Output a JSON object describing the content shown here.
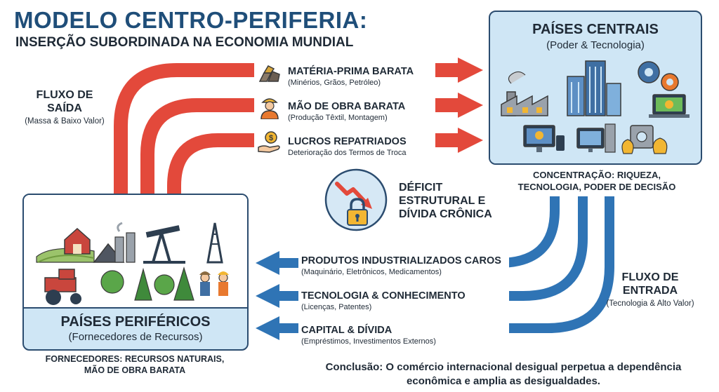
{
  "header": {
    "title": "MODELO CENTRO-PERIFERIA:",
    "subtitle": "INSERÇÃO SUBORDINADA NA ECONOMIA MUNDIAL"
  },
  "central": {
    "title": "PAÍSES CENTRAIS",
    "subtitle": "(Poder & Tecnologia)",
    "caption_line1": "CONCENTRAÇÃO: RIQUEZA,",
    "caption_line2": "TECNOLOGIA, PODER DE DECISÃO"
  },
  "peripheral": {
    "title": "PAÍSES PERIFÉRICOS",
    "subtitle": "(Fornecedores de Recursos)",
    "caption_line1": "FORNECEDORES: RECURSOS NATURAIS,",
    "caption_line2": "MÃO DE OBRA BARATA"
  },
  "outflow": {
    "label_line1": "FLUXO DE",
    "label_line2": "SAÍDA",
    "label_sub": "(Massa & Baixo Valor)",
    "items": [
      {
        "title": "MATÉRIA-PRIMA BARATA",
        "sub": "(Minérios, Grãos, Petróleo)"
      },
      {
        "title": "MÃO DE OBRA BARATA",
        "sub": "(Produção Têxtil, Montagem)"
      },
      {
        "title": "LUCROS REPATRIADOS",
        "sub": "Deterioração dos Termos de Troca"
      }
    ]
  },
  "inflow": {
    "label_line1": "FLUXO DE",
    "label_line2": "ENTRADA",
    "label_sub": "(Tecnologia & Alto Valor)",
    "items": [
      {
        "title": "PRODUTOS INDUSTRIALIZADOS CAROS",
        "sub": "(Maquinário, Eletrônicos, Medicamentos)"
      },
      {
        "title": "TECNOLOGIA & CONHECIMENTO",
        "sub": "(Licenças, Patentes)"
      },
      {
        "title": "CAPITAL & DÍVIDA",
        "sub": "(Empréstimos, Investimentos Externos)"
      }
    ]
  },
  "deficit": {
    "line1": "DÉFICIT",
    "line2": "ESTRUTURAL E",
    "line3": "DÍVIDA CRÔNICA"
  },
  "conclusion": {
    "line1": "Conclusão: O comércio internacional desigual perpetua a dependência",
    "line2": "econômica e amplia as desigualdades."
  },
  "colors": {
    "outflow": "#e3493b",
    "inflow": "#2f74b5",
    "panel_fill": "#cfe6f5",
    "panel_border": "#2b4c6f",
    "title": "#1f4e79"
  }
}
